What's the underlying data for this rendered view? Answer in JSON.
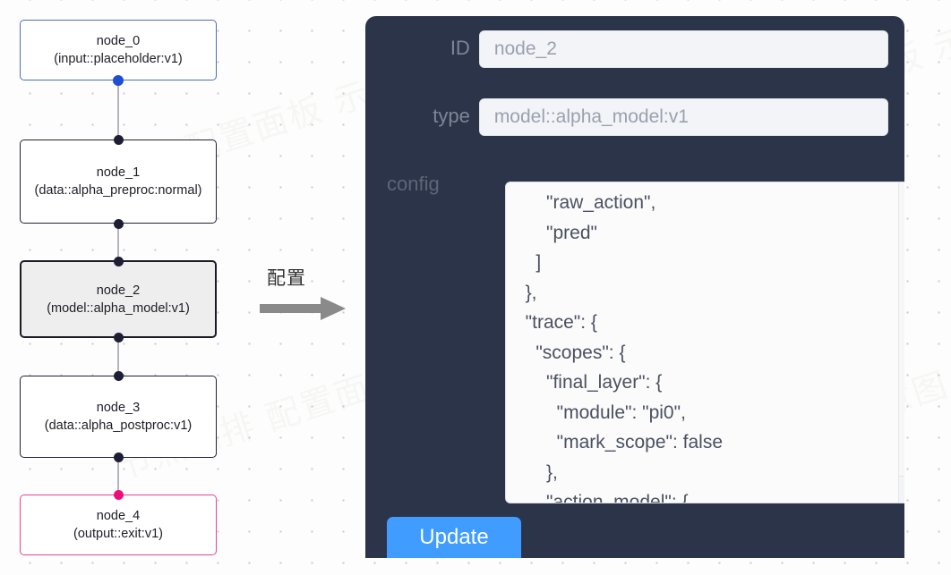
{
  "graph": {
    "nodes": [
      {
        "id": "node_0",
        "type_line": "(input::placeholder:v1)",
        "variant": "input"
      },
      {
        "id": "node_1",
        "type_line": "(data::alpha_preproc:normal)",
        "variant": "default"
      },
      {
        "id": "node_2",
        "type_line": "(model::alpha_model:v1)",
        "variant": "selected"
      },
      {
        "id": "node_3",
        "type_line": "(data::alpha_postproc:v1)",
        "variant": "default"
      },
      {
        "id": "node_4",
        "type_line": "(output::exit:v1)",
        "variant": "output"
      }
    ],
    "colors": {
      "input_border": "#4a6fb5",
      "output_border": "#e84393",
      "default_border": "#222230",
      "selected_fill": "#eeeeee",
      "source_handle": "#1f4fd1",
      "target_handle": "#1d1d33",
      "output_handle": "#ec0f7b",
      "edge": "#b5b5bd"
    }
  },
  "arrow": {
    "caption": "配置",
    "color": "#8a8a8a"
  },
  "inspector": {
    "id_field": {
      "label": "ID",
      "value": "node_2"
    },
    "type_field": {
      "label": "type",
      "value": "model::alpha_model:v1"
    },
    "config_field": {
      "label": "config",
      "value": "      \"raw_action\",\n      \"pred\"\n    ]\n  },\n  \"trace\": {\n    \"scopes\": {\n      \"final_layer\": {\n        \"module\": \"pi0\",\n        \"mark_scope\": false\n      },\n      \"action_model\": {"
    },
    "update_button": {
      "label": "Update",
      "color": "#409cff"
    },
    "panel_color": "#2c3449"
  },
  "watermark": {
    "text": "节点编排 配置面板 示意图"
  }
}
